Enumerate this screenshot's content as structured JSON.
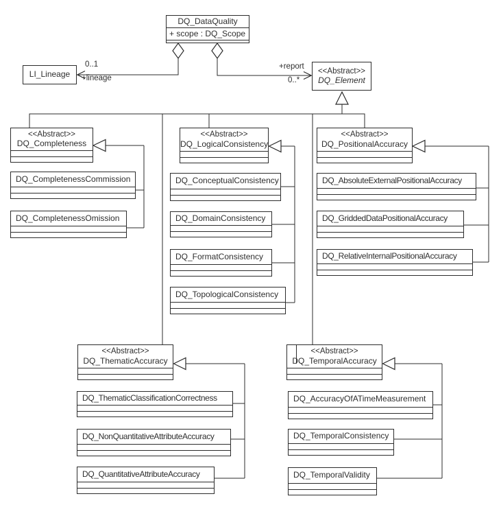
{
  "classes": {
    "data_quality": {
      "name": "DQ_DataQuality",
      "attribute": "+ scope : DQ_Scope"
    },
    "li_lineage": {
      "name": "LI_Lineage"
    },
    "element": {
      "stereotype": "<<Abstract>>",
      "name": "DQ_Element"
    },
    "completeness": {
      "stereotype": "<<Abstract>>",
      "name": "DQ_Completeness"
    },
    "completeness_commission": {
      "name": "DQ_CompletenessCommission"
    },
    "completeness_omission": {
      "name": "DQ_CompletenessOmission"
    },
    "logical_consistency": {
      "stereotype": "<<Abstract>>",
      "name": "DQ_LogicalConsistency"
    },
    "conceptual_consistency": {
      "name": "DQ_ConceptualConsistency"
    },
    "domain_consistency": {
      "name": "DQ_DomainConsistency"
    },
    "format_consistency": {
      "name": "DQ_FormatConsistency"
    },
    "topological_consistency": {
      "name": "DQ_TopologicalConsistency"
    },
    "positional_accuracy": {
      "stereotype": "<<Abstract>>",
      "name": "DQ_PositionalAccuracy"
    },
    "absolute_external_positional_accuracy": {
      "name": "DQ_AbsoluteExternalPositionalAccuracy"
    },
    "gridded_data_positional_accuracy": {
      "name": "DQ_GriddedDataPositionalAccuracy"
    },
    "relative_internal_positional_accuracy": {
      "name": "DQ_RelativeInternalPositionalAccuracy"
    },
    "thematic_accuracy": {
      "stereotype": "<<Abstract>>",
      "name": "DQ_ThematicAccuracy"
    },
    "thematic_classification_correctness": {
      "name": "DQ_ThematicClassificationCorrectness"
    },
    "non_quantitative_attribute_accuracy": {
      "name": "DQ_NonQuantitativeAttributeAccuracy"
    },
    "quantitative_attribute_accuracy": {
      "name": "DQ_QuantitativeAttributeAccuracy"
    },
    "temporal_accuracy": {
      "stereotype": "<<Abstract>>",
      "name": "DQ_TemporalAccuracy"
    },
    "accuracy_of_a_time_measurement": {
      "name": "DQ_AccuracyOfATimeMeasurement"
    },
    "temporal_consistency": {
      "name": "DQ_TemporalConsistency"
    },
    "temporal_validity": {
      "name": "DQ_TemporalValidity"
    }
  },
  "labels": {
    "lineage_multiplicity": "0..1",
    "lineage_role": "+lineage",
    "report_role": "+report",
    "report_multiplicity": "0..*"
  },
  "colors": {
    "line": "#2b2b2b",
    "text": "#2e2e2e",
    "background": "#ffffff"
  }
}
